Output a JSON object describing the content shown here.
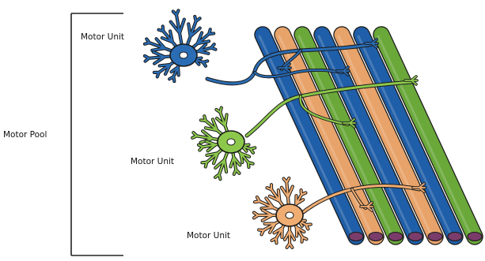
{
  "labels": {
    "motor_pool": "Motor Pool",
    "motor_unit_1": "Motor Unit",
    "motor_unit_2": "Motor Unit",
    "motor_unit_3": "Motor Unit"
  },
  "colors": {
    "fiber_blue": "#1f5ea8",
    "fiber_tan": "#e8a36a",
    "fiber_green": "#6aa83a",
    "fiber_end": "#7a3c6a",
    "neuron_blue": "#2a6db5",
    "neuron_green": "#8cc84b",
    "neuron_tan": "#f0ad72",
    "nucleus": "#ffffff",
    "outline": "#1a1a1a"
  },
  "fibers": [
    "blue",
    "tan",
    "green",
    "blue",
    "tan",
    "blue",
    "green"
  ]
}
